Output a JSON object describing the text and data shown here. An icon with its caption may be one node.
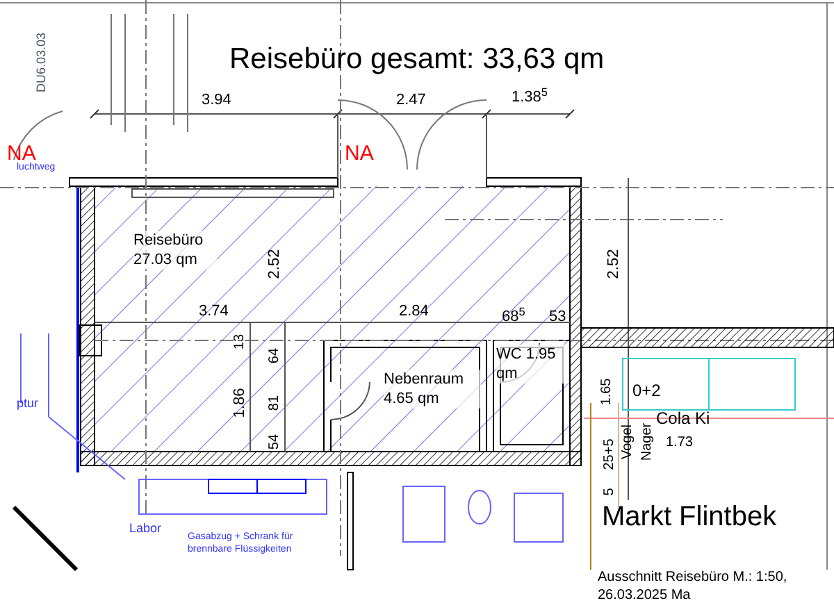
{
  "diagram": {
    "title": "Reisebüro gesamt: 33,63 qm",
    "nodes": [
      {
        "text": [
          "Reisebüro 27.03 qm"
        ]
      },
      {
        "text": [
          "Nebenraum 4.65 qm"
        ]
      },
      {
        "text": [
          "WC 1.95 qm"
        ]
      }
    ],
    "edges": [],
    "labels": [
      "DU6.03.03",
      "3.94",
      "2.47",
      "1.38$^{5}$",
      "NA",
      "NA",
      "luchtweg",
      "2.52",
      "2.52",
      "3.74",
      "2.84",
      "68$^{5}$",
      "53",
      "ptur",
      "13",
      "64",
      "1.86",
      "81",
      "0+2",
      "1.65",
      "Cola Ki",
      "Vogel",
      "Nager",
      "1.73",
      "54",
      "25+5",
      "5",
      "Labor",
      "Gasabzug + Schrank für brennbare Flüssigkeiten",
      "Markt Flintbek",
      "Ausschnitt Reisebüro M.: 1:50, 26.03.2025 Ma"
    ]
  }
}
